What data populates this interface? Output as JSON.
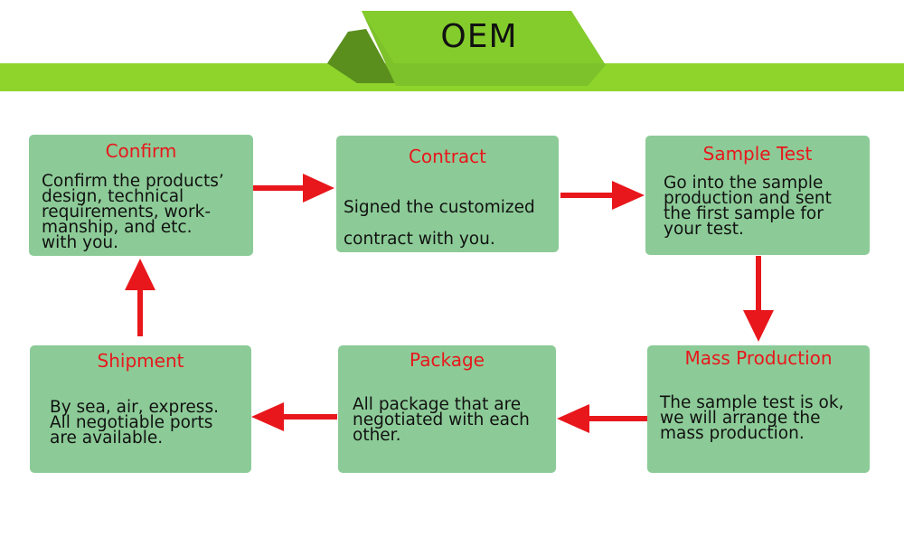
{
  "banner": {
    "title": "OEM",
    "colors": {
      "bar": "#8fd42b",
      "tab": "#7dc22a",
      "fold": "#5a8f1e"
    }
  },
  "steps": [
    {
      "title": "Confirm",
      "body": "Confirm the products’\ndesign, technical\nrequirements, work-\nmanship, and etc.\nwith you."
    },
    {
      "title": "Contract",
      "body": "Signed the customized\ncontract with you."
    },
    {
      "title": "Sample Test",
      "body": "Go into the sample\nproduction and sent\nthe first sample for\nyour test."
    },
    {
      "title": "Mass Production",
      "body": "The sample test is ok,\nwe will arrange the\nmass production."
    },
    {
      "title": "Package",
      "body": "All package that are\nnegotiated with each\nother."
    },
    {
      "title": "Shipment",
      "body": "By sea, air, express.\nAll negotiable ports\nare available."
    }
  ],
  "colors": {
    "box": "#8ccb97",
    "title": "#e8171c",
    "arrow": "#e8171c"
  }
}
